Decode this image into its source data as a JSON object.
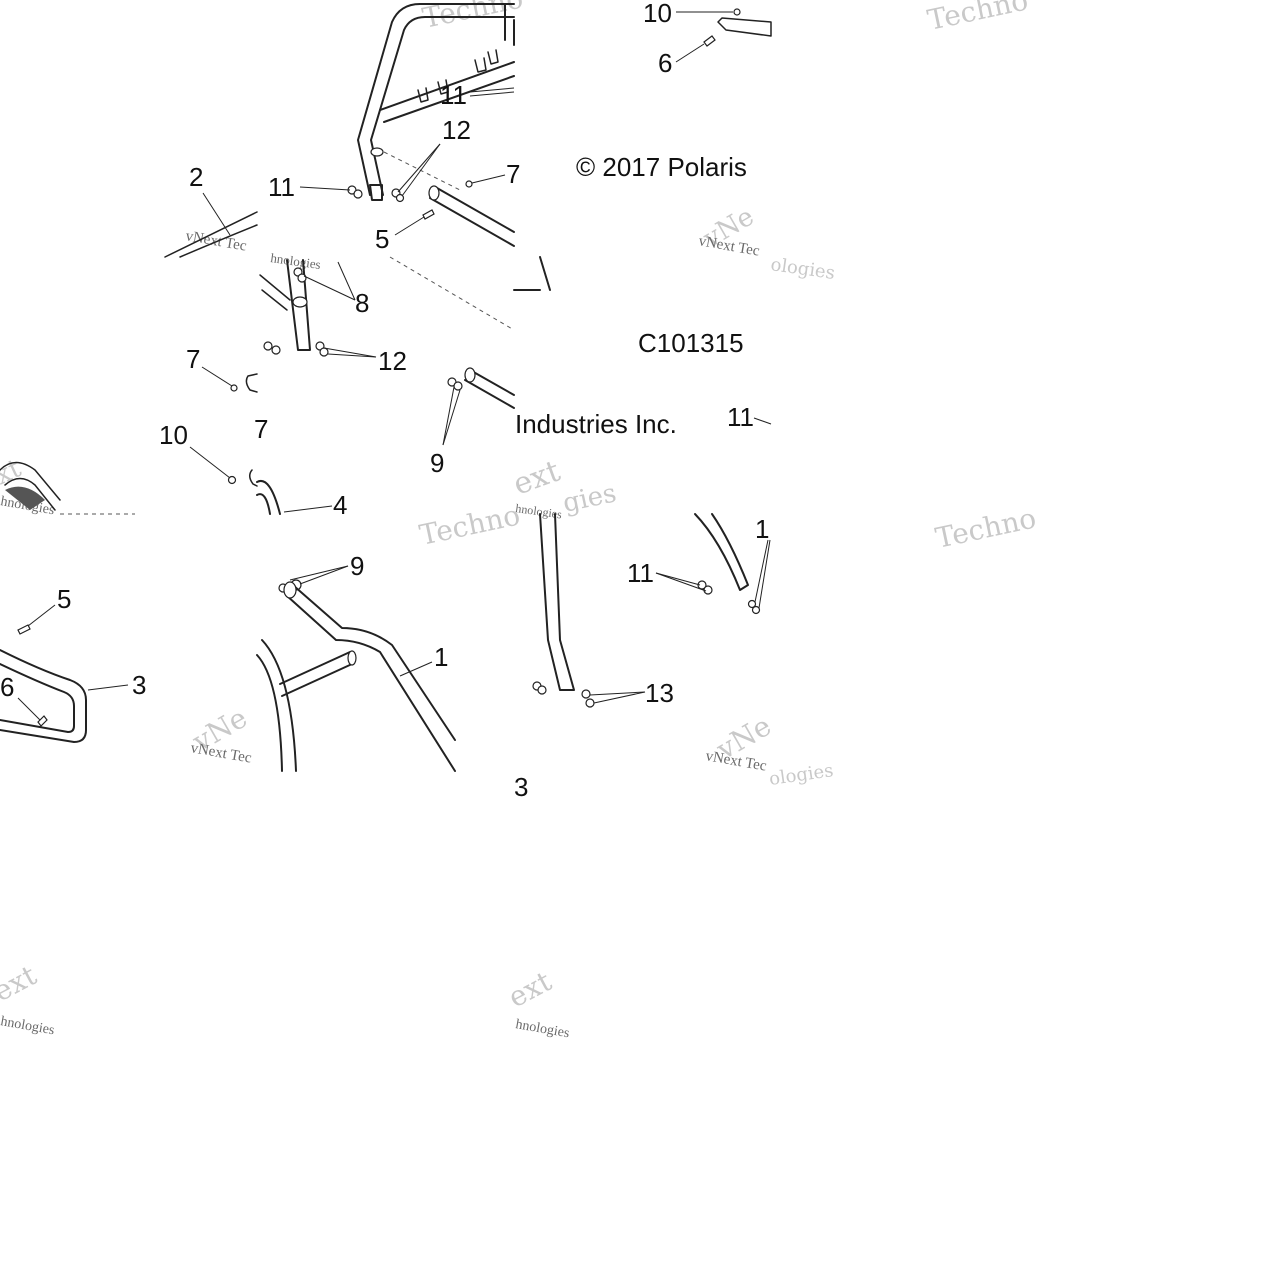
{
  "document": {
    "copyright": "© 2017 Polaris",
    "copyright_cont": "Industries Inc.",
    "figure_code": "C101315",
    "watermark_main": "Techno",
    "watermark_script": "vNext Tec",
    "watermark_script_b": "hnologies",
    "watermark_wordmark_a": "vNe",
    "watermark_wordmark_b": "ext",
    "watermark_wordmark_c": "xt",
    "watermark_gies": "gies",
    "watermark_ologies": "ologies"
  },
  "callouts": {
    "c10_top": "10",
    "c6_top": "6",
    "c11_top": "11",
    "c12_top": "12",
    "c11_left": "11",
    "c7_top": "7",
    "c2": "2",
    "c5_mid": "5",
    "c8": "8",
    "c12_mid": "12",
    "c7_mid": "7",
    "c7_edge": "7",
    "c10_mid": "10",
    "c9_mid": "9",
    "c4": "4",
    "c11_right": "11",
    "c5_low": "5",
    "c9_low": "9",
    "c6_low": "6",
    "c3_low": "3",
    "c1_low": "1",
    "c1_right": "1",
    "c11_low": "11",
    "c13": "13",
    "c3_bottom": "3"
  }
}
